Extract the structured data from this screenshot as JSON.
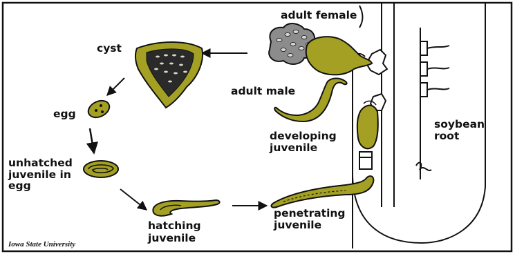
{
  "title": "",
  "credit": "Iowa State University",
  "colors": {
    "body": "#a3a023",
    "outline": "#111111",
    "cyst_core": "#9a9a9a",
    "background": "#ffffff"
  },
  "labels": {
    "cyst": "cyst",
    "egg": "egg",
    "unhatched_line1": "unhatched",
    "unhatched_line2": "juvenile in",
    "unhatched_line3": "egg",
    "hatching_line1": "hatching",
    "hatching_line2": "juvenile",
    "penetrating_line1": "penetrating",
    "penetrating_line2": "juvenile",
    "developing_line1": "developing",
    "developing_line2": "juvenile",
    "adult_male": "adult male",
    "adult_female": "adult female",
    "root_line1": "soybean",
    "root_line2": "root"
  }
}
